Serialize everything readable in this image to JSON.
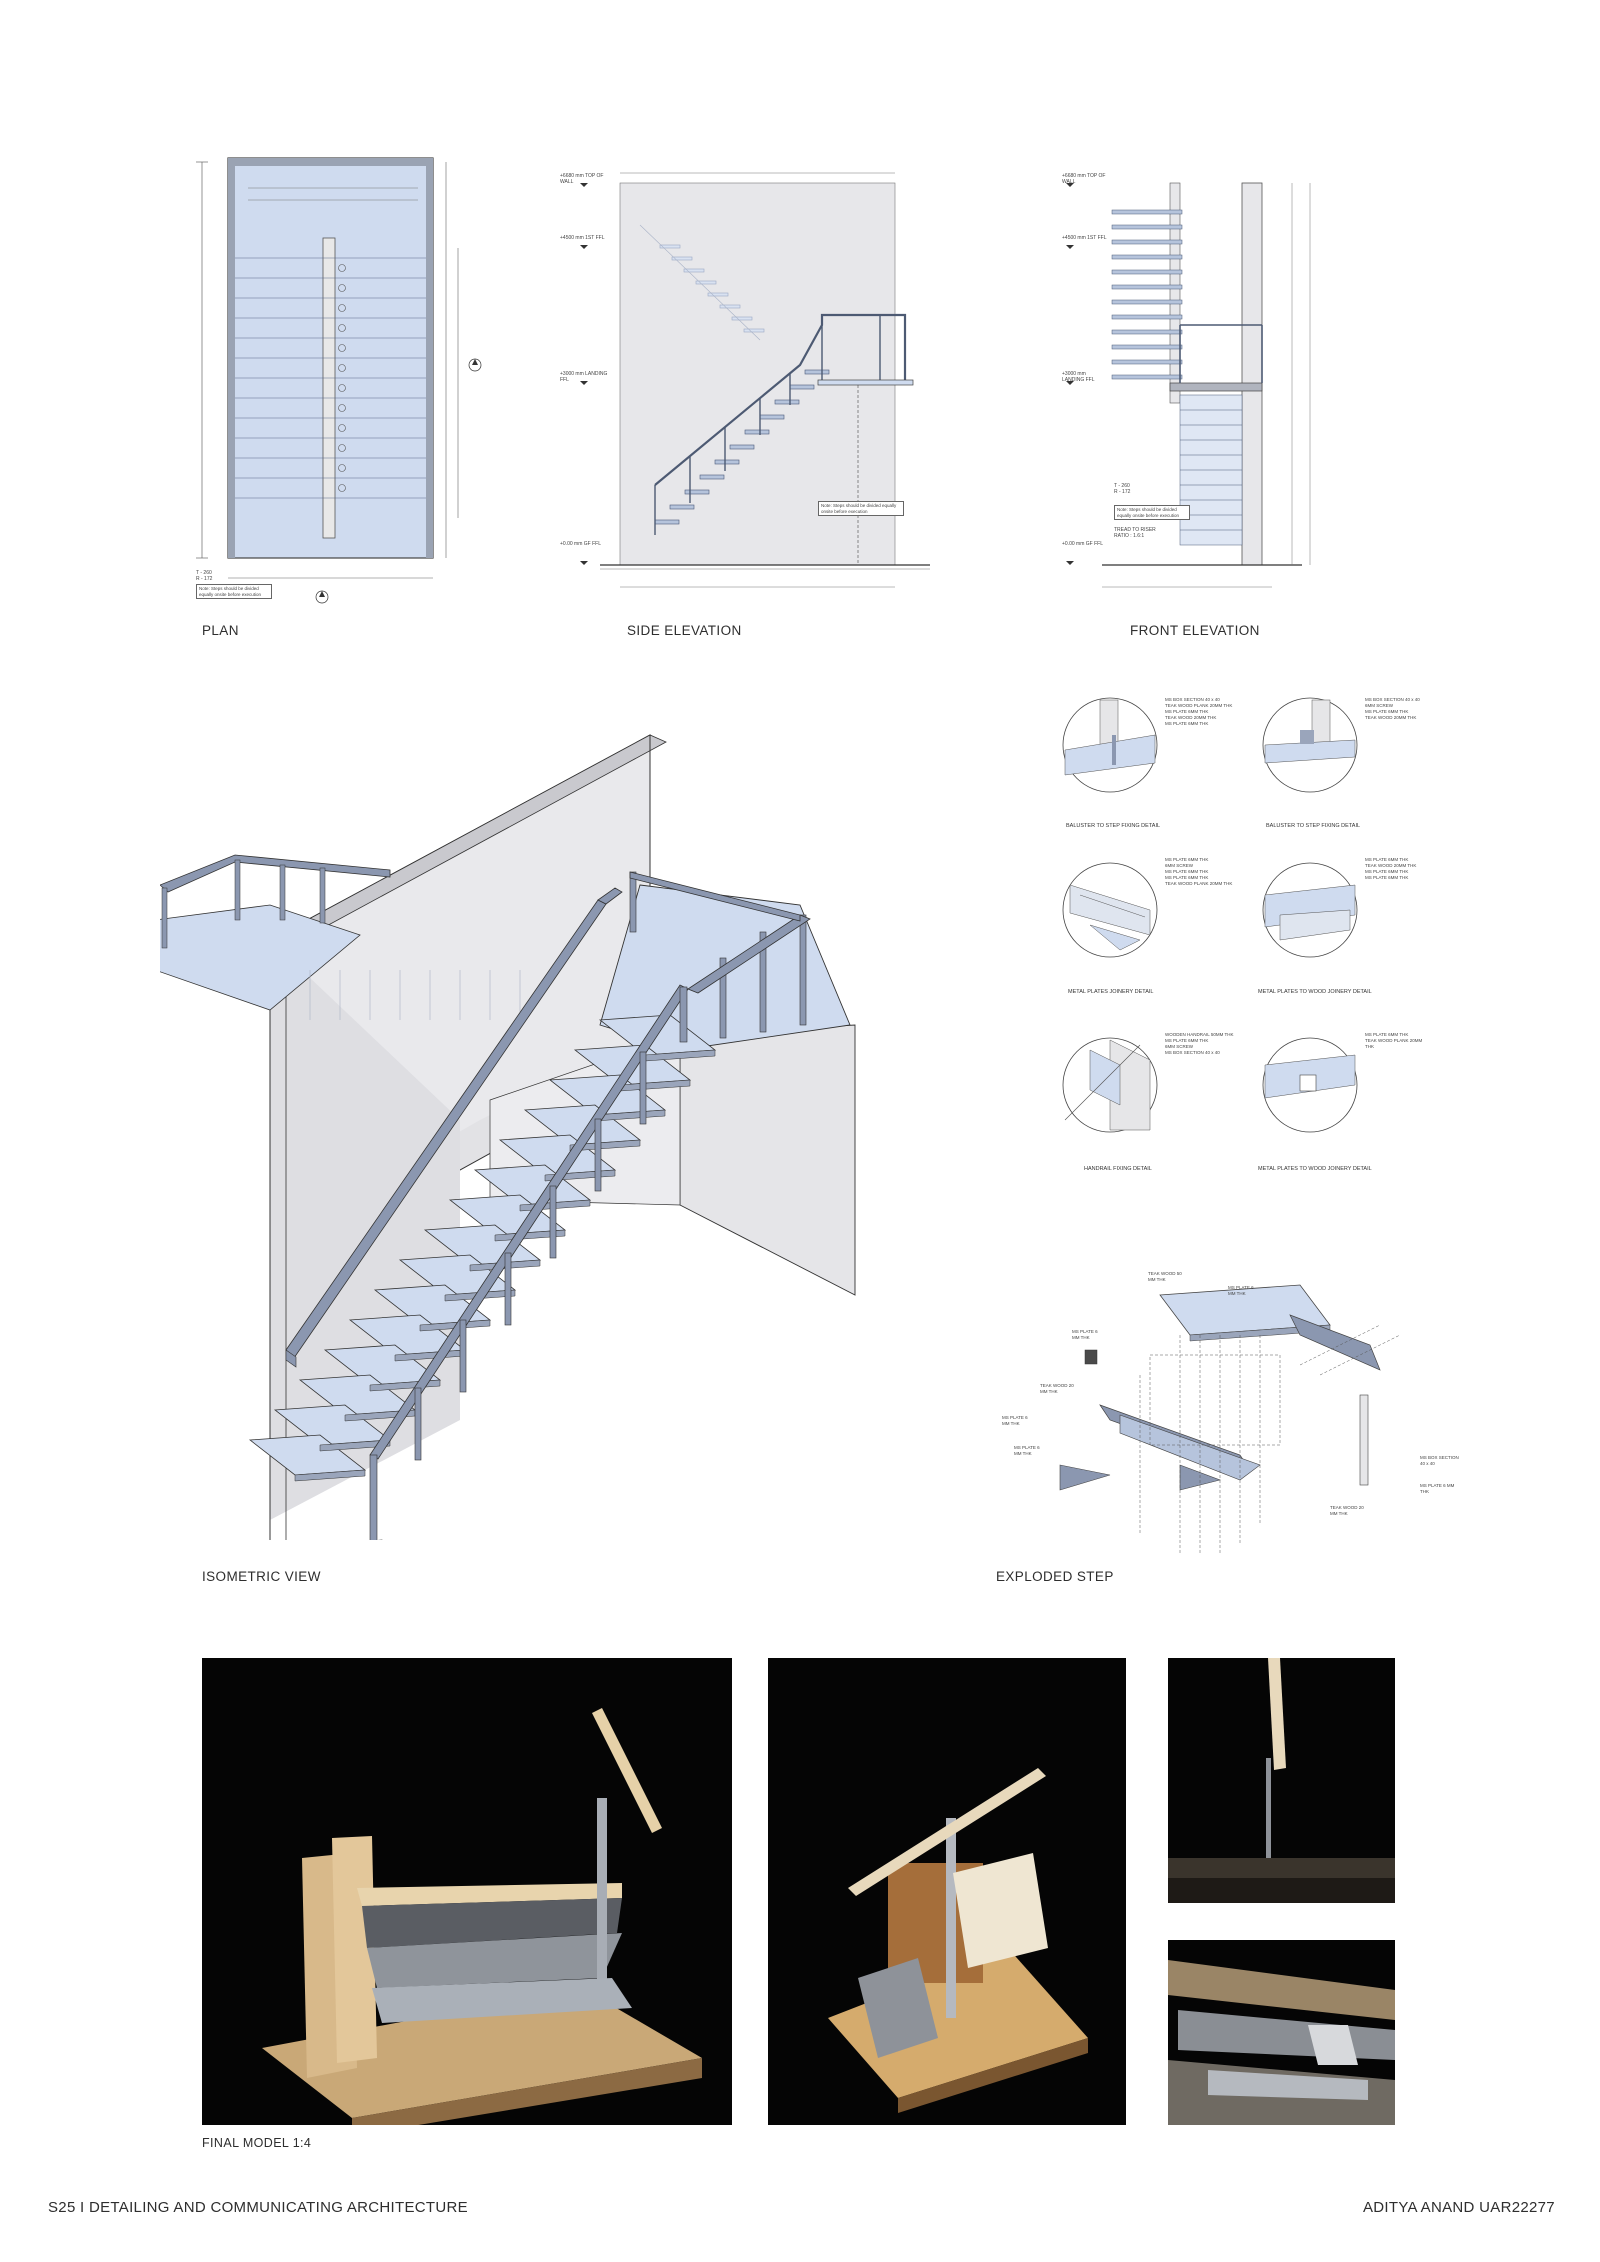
{
  "drawings": {
    "plan": {
      "caption": "PLAN",
      "note": "Note: Steps should be divided equally onsite before execution",
      "legend": [
        "T - 260",
        "R - 172"
      ]
    },
    "side_elevation": {
      "caption": "SIDE ELEVATION",
      "levels": [
        "+6680 mm TOP OF WALL",
        "+4500 mm 1ST FFL",
        "+3000 mm LANDING FFL",
        "+0.00 mm GF FFL"
      ],
      "note": "Note: Steps should be divided equally onsite before execution"
    },
    "front_elevation": {
      "caption": "FRONT ELEVATION",
      "levels": [
        "+6680 mm TOP OF WALL",
        "+4500 mm 1ST FFL",
        "+3000 mm LANDING FFL",
        "+0.00 mm GF FFL"
      ],
      "note": "Note: Steps should be divided equally onsite before execution",
      "legend": [
        "T - 260",
        "R - 172"
      ],
      "tread_riser": [
        "TREAD TO RISER",
        "RATIO : 1.6:1"
      ]
    }
  },
  "isometric": {
    "caption": "ISOMETRIC VIEW"
  },
  "details": [
    {
      "title": "BALUSTER TO STEP FIXING DETAIL",
      "labels": [
        "MS BOX SECTION 40 x 40",
        "TEAK WOOD PLANK 20MM THK",
        "MS PLATE 6MM THK",
        "TEAK WOOD 20MM THK",
        "MS PLATE 6MM THK"
      ]
    },
    {
      "title": "BALUSTER TO STEP FIXING DETAIL",
      "labels": [
        "MS BOX SECTION 40 x 40",
        "6MM SCREW",
        "MS PLATE 6MM THK",
        "TEAK WOOD 20MM THK"
      ]
    },
    {
      "title": "METAL PLATES JOINERY DETAIL",
      "labels": [
        "MS PLATE 6MM THK",
        "6MM SCREW",
        "MS PLATE 6MM THK",
        "MS PLATE 6MM THK",
        "TEAK WOOD PLANK 20MM THK"
      ]
    },
    {
      "title": "METAL PLATES TO WOOD JOINERY DETAIL",
      "labels": [
        "MS PLATE 6MM THK",
        "TEAK WOOD 20MM THK",
        "MS PLATE 6MM THK",
        "MS PLATE 6MM THK"
      ]
    },
    {
      "title": "HANDRAIL FIXING DETAIL",
      "labels": [
        "WOODEN HANDRAIL 50MM THK",
        "MS PLATE 6MM THK",
        "6MM SCREW",
        "MS BOX SECTION 40 x 40"
      ]
    },
    {
      "title": "METAL PLATES TO WOOD JOINERY DETAIL",
      "labels": [
        "MS PLATE 6MM THK",
        "TEAK WOOD PLANK 20MM THK"
      ]
    }
  ],
  "exploded": {
    "caption": "EXPLODED STEP",
    "labels": [
      "TEAK WOOD 50 MM THK",
      "MS PLATE 6 MM THK",
      "MS PLATE 6 MM THK",
      "TEAK WOOD 20 MM THK",
      "MS PLATE 6 MM THK",
      "MS PLATE 6 MM THK",
      "MS BOX SECTION 40 x 40",
      "MS PLATE 6 MM THK",
      "TEAK WOOD 20 MM THK"
    ]
  },
  "model": {
    "caption": "FINAL MODEL 1:4"
  },
  "footer": {
    "left": "S25 I DETAILING AND COMMUNICATING ARCHITECTURE",
    "right": "ADITYA ANAND UAR22277"
  },
  "colors": {
    "fill_blue": "#cfdbef",
    "steel": "#6f7fa0",
    "wall": "#e7e7ea",
    "line": "#3a3a3a",
    "photo_bg": "#050505",
    "wood": "#d8b98a"
  }
}
